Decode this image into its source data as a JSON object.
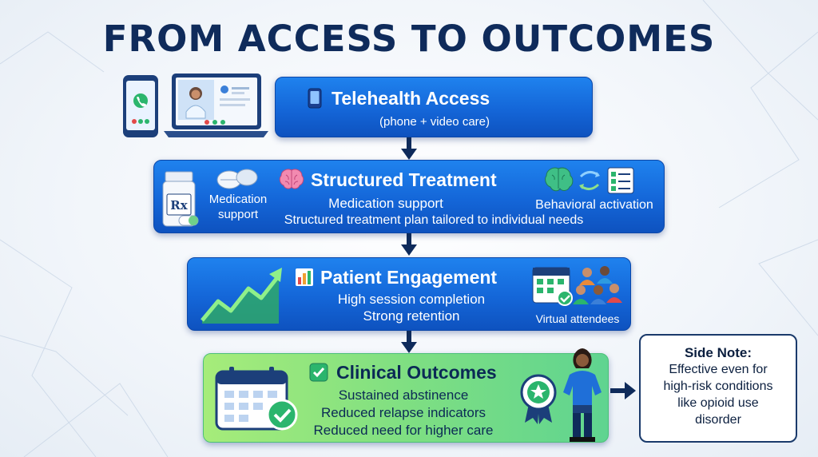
{
  "title": "FROM ACCESS TO OUTCOMES",
  "steps": [
    {
      "heading": "Telehealth Access",
      "lines": [
        "(phone + video care)"
      ]
    },
    {
      "heading": "Structured Treatment",
      "lines": [
        "Medication support",
        "Structured treatment plan tailored to individual needs"
      ],
      "left_caption": [
        "Medication",
        "support"
      ],
      "right_caption": "Behavioral activation"
    },
    {
      "heading": "Patient Engagement",
      "lines": [
        "High session completion",
        "Strong retention"
      ],
      "right_caption": "Virtual attendees"
    },
    {
      "heading": "Clinical Outcomes",
      "lines": [
        "Sustained abstinence",
        "Reduced relapse indicators",
        "Reduced need for higher care"
      ]
    }
  ],
  "side_note": {
    "title": "Side Note:",
    "lines": [
      "Effective even for",
      "high-risk conditions",
      "like opioid use",
      "disorder"
    ]
  },
  "colors": {
    "title": "#0f2b5b",
    "step_blue": "#1466d8",
    "step_green": "#7fdf82",
    "arrow": "#0f2b5b"
  },
  "icons": [
    "phone-icon",
    "laptop-video-call-icon",
    "smartphone-icon",
    "pills-icon",
    "prescription-bottle-icon",
    "brain-icon",
    "behavioral-activation-icon",
    "trend-chart-icon",
    "bar-chart-icon",
    "calendar-attendees-icon",
    "check-icon",
    "calendar-check-icon",
    "award-badge-icon",
    "person-icon",
    "arrow-right-icon",
    "arrow-down-icon"
  ]
}
